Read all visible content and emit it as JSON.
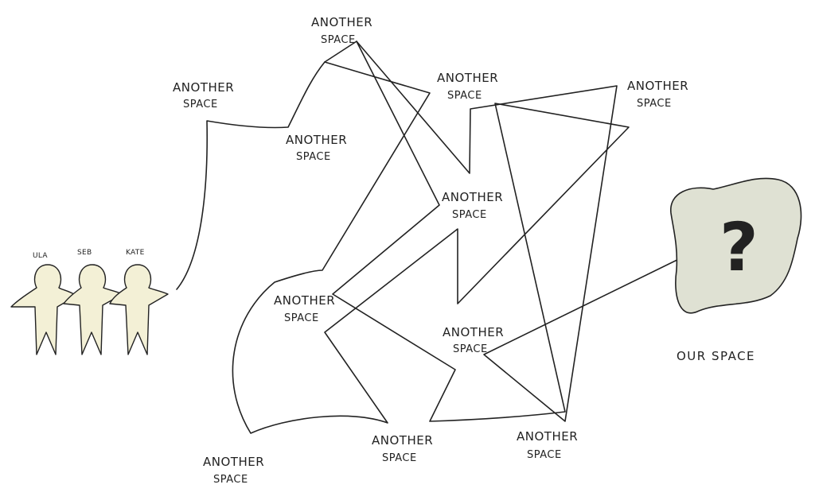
{
  "colors": {
    "ink": "#222222",
    "person_fill": "#f3f0d6",
    "blob_fill": "#dfe1d3",
    "background": "#ffffff"
  },
  "people": [
    {
      "name": "ULA"
    },
    {
      "name": "SEB"
    },
    {
      "name": "KATE"
    }
  ],
  "spaces": [
    {
      "line1": "ANOTHER",
      "line2": "SPACE"
    },
    {
      "line1": "ANOTHER",
      "line2": "SPACE"
    },
    {
      "line1": "ANOTHER",
      "line2": "SPACE"
    },
    {
      "line1": "ANOTHER",
      "line2": "SPACE"
    },
    {
      "line1": "ANOTHER",
      "line2": "SPACE"
    },
    {
      "line1": "ANOTHER",
      "line2": "SPACE"
    },
    {
      "line1": "ANOTHER",
      "line2": "SPACE"
    },
    {
      "line1": "ANOTHER",
      "line2": "SPACE"
    },
    {
      "line1": "ANOTHER",
      "line2": "SPACE"
    },
    {
      "line1": "ANOTHER",
      "line2": "SPACE"
    },
    {
      "line1": "ANOTHER",
      "line2": "SPACE"
    }
  ],
  "destination": {
    "label": "OUR SPACE",
    "symbol": "?"
  }
}
